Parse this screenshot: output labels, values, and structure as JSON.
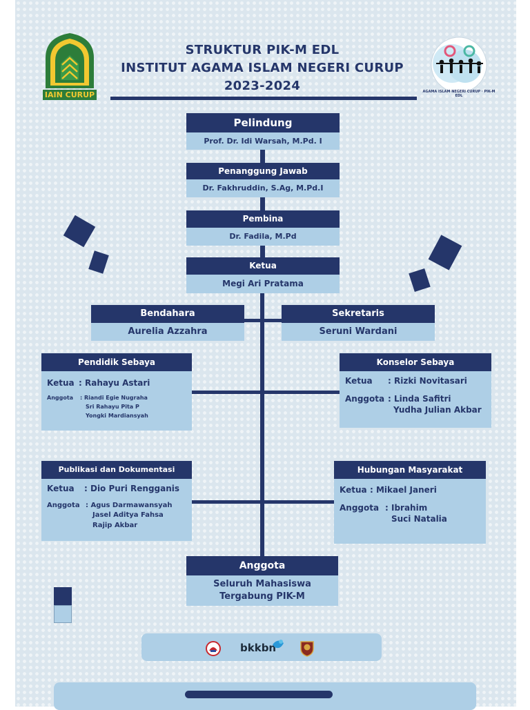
{
  "header": {
    "left_logo_text": "IAIN CURUP",
    "right_logo_text": "AGAMA ISLAM NEGERI CURUP · PIK-M EDL",
    "title_line1": "STRUKTUR PIK-M EDL",
    "title_line2": "INSTITUT AGAMA ISLAM NEGERI CURUP",
    "title_line3": "2023-2024"
  },
  "pelindung": {
    "role": "Pelindung",
    "name": "Prof. Dr. Idi Warsah, M.Pd. I"
  },
  "penanggung": {
    "role": "Penanggung Jawab",
    "name": "Dr. Fakhruddin, S.Ag, M.Pd.I"
  },
  "pembina": {
    "role": "Pembina",
    "name": "Dr. Fadila, M.Pd"
  },
  "ketua": {
    "role": "Ketua",
    "name": "Megi Ari Pratama"
  },
  "bendahara": {
    "role": "Bendahara",
    "name": "Aurelia Azzahra"
  },
  "sekretaris": {
    "role": "Sekretaris",
    "name": "Seruni Wardani"
  },
  "pendidik": {
    "title": "Pendidik Sebaya",
    "ketua_label": "Ketua",
    "ketua_name": ": Rahayu Astari",
    "anggota_label": "Anggota",
    "anggota_1": ": Riandi Egie Nugraha",
    "anggota_2": "Sri Rahayu Pita P",
    "anggota_3": "Yongki Mardiansyah"
  },
  "konselor": {
    "title": "Konselor Sebaya",
    "ketua_label": "Ketua",
    "ketua_name": ": Rizki Novitasari",
    "anggota_label": "Anggota",
    "anggota_1": ": Linda Safitri",
    "anggota_2": "Yudha Julian Akbar"
  },
  "publikasi": {
    "title": "Publikasi dan Dokumentasi",
    "ketua_label": "Ketua",
    "ketua_name": ": Dio Puri Rengganis",
    "anggota_label": "Anggota",
    "anggota_1": ": Agus Darmawansyah",
    "anggota_2": "Jasel Aditya Fahsa",
    "anggota_3": "Rajip Akbar"
  },
  "humas": {
    "title": "Hubungan Masyarakat",
    "ketua_label": "Ketua",
    "ketua_name": ": Mikael Janeri",
    "anggota_label": "Anggota",
    "anggota_1": ": Ibrahim",
    "anggota_2": "Suci Natalia"
  },
  "anggota": {
    "role": "Anggota",
    "line1": "Seluruh Mahasiswa",
    "line2": "Tergabung PIK-M"
  },
  "footer": {
    "bkkbn": "bkkbn"
  },
  "colors": {
    "navy": "#25366a",
    "light_blue": "#aecfe6",
    "background": "#dbe6ee"
  }
}
